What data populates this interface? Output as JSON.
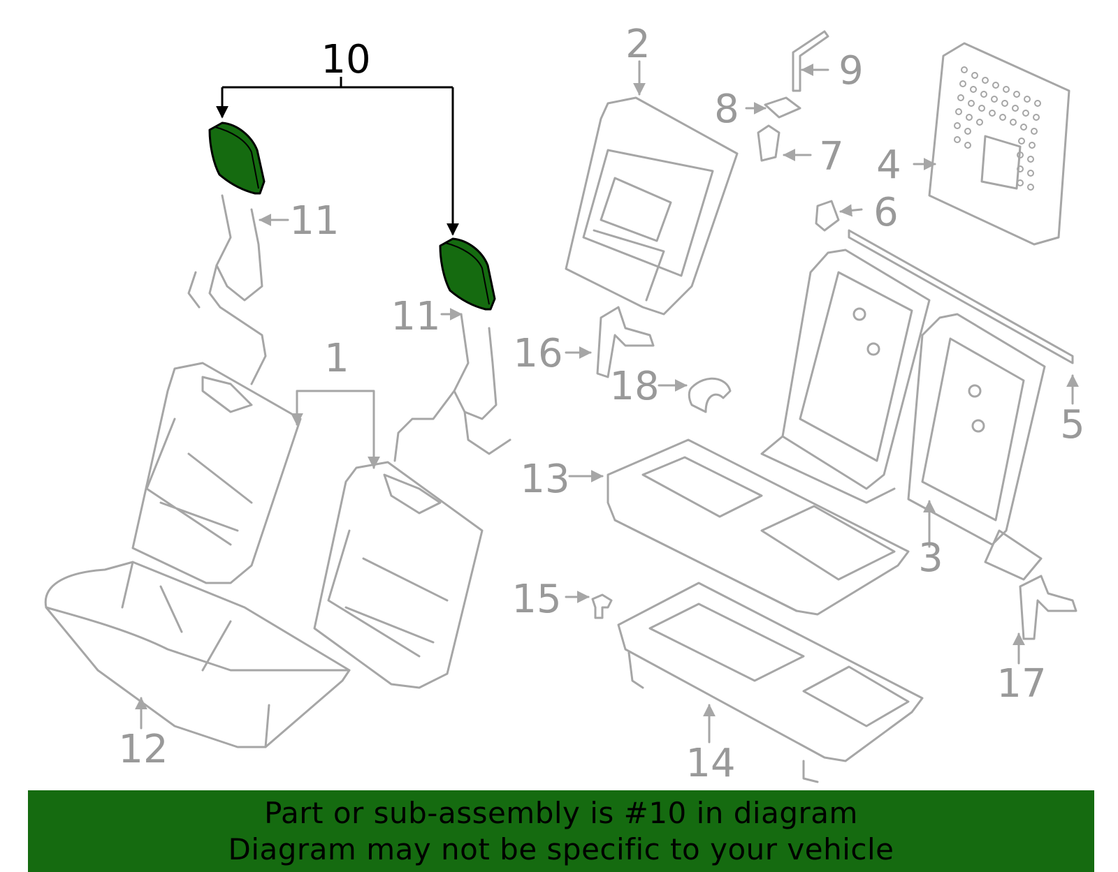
{
  "diagram": {
    "callouts": [
      {
        "id": "callout-1",
        "label": "1"
      },
      {
        "id": "callout-2",
        "label": "2"
      },
      {
        "id": "callout-3",
        "label": "3"
      },
      {
        "id": "callout-4",
        "label": "4"
      },
      {
        "id": "callout-5",
        "label": "5"
      },
      {
        "id": "callout-6",
        "label": "6"
      },
      {
        "id": "callout-7",
        "label": "7"
      },
      {
        "id": "callout-8",
        "label": "8"
      },
      {
        "id": "callout-9",
        "label": "9"
      },
      {
        "id": "callout-10",
        "label": "10"
      },
      {
        "id": "callout-11-left",
        "label": "11"
      },
      {
        "id": "callout-11-right",
        "label": "11"
      },
      {
        "id": "callout-12",
        "label": "12"
      },
      {
        "id": "callout-13",
        "label": "13"
      },
      {
        "id": "callout-14",
        "label": "14"
      },
      {
        "id": "callout-15",
        "label": "15"
      },
      {
        "id": "callout-16",
        "label": "16"
      },
      {
        "id": "callout-17",
        "label": "17"
      },
      {
        "id": "callout-18",
        "label": "18"
      }
    ],
    "highlighted_part": "10",
    "colors": {
      "line": "#a6a6a6",
      "highlight": "#156b10",
      "footer_bg": "#156b10",
      "leader_highlight": "#000000",
      "text_gray": "#999999"
    }
  },
  "footer": {
    "line1": "Part or sub-assembly is #10 in diagram",
    "line2": "Diagram may not be specific to your vehicle"
  }
}
